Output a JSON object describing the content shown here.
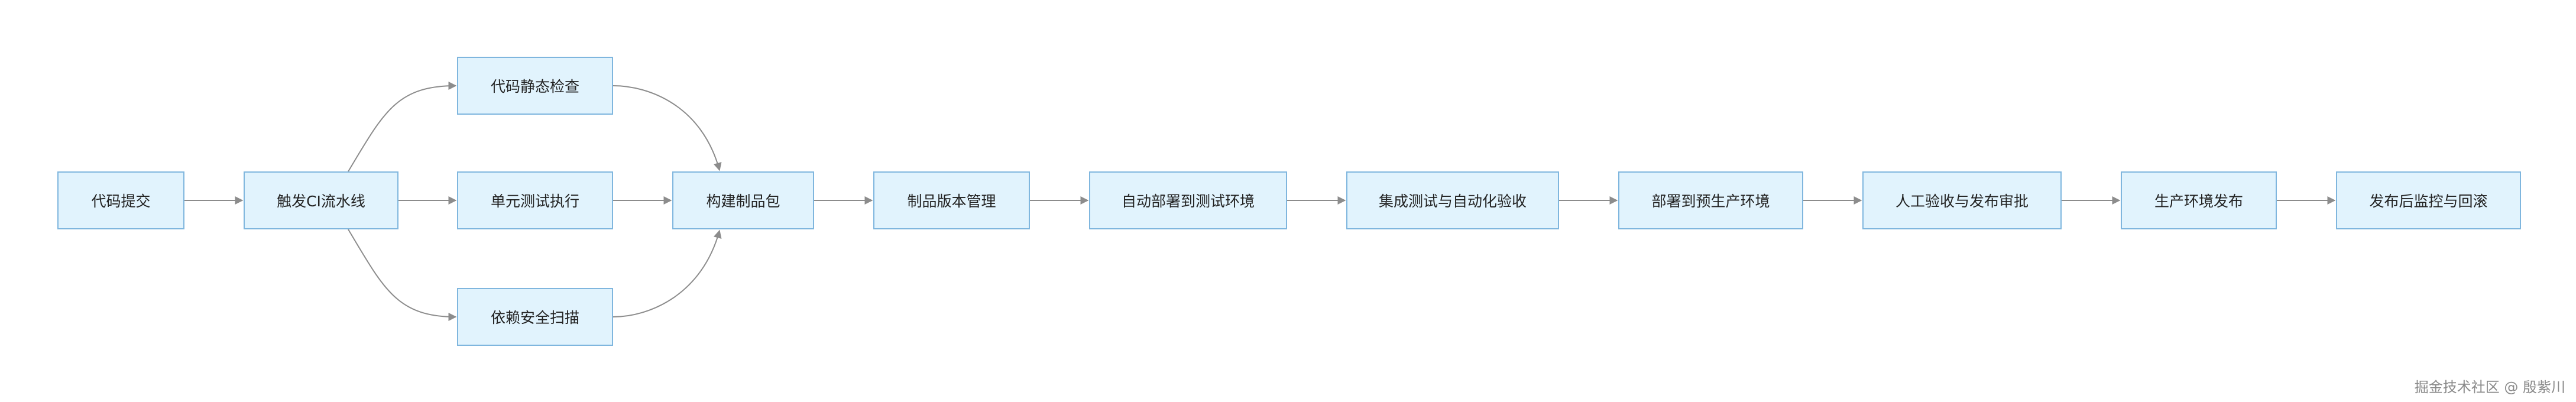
{
  "nodes": {
    "commit": "代码提交",
    "ci": "触发CI流水线",
    "static": "代码静态检查",
    "unit": "单元测试执行",
    "scan": "依赖安全扫描",
    "build": "构建制品包",
    "artifact": "制品版本管理",
    "deploy_test": "自动部署到测试环境",
    "integration": "集成测试与自动化验收",
    "deploy_staging": "部署到预生产环境",
    "approval": "人工验收与发布审批",
    "release": "生产环境发布",
    "monitor": "发布后监控与回滚"
  },
  "edges": [
    [
      "commit",
      "ci"
    ],
    [
      "ci",
      "static"
    ],
    [
      "ci",
      "unit"
    ],
    [
      "ci",
      "scan"
    ],
    [
      "static",
      "build"
    ],
    [
      "unit",
      "build"
    ],
    [
      "scan",
      "build"
    ],
    [
      "build",
      "artifact"
    ],
    [
      "artifact",
      "deploy_test"
    ],
    [
      "deploy_test",
      "integration"
    ],
    [
      "integration",
      "deploy_staging"
    ],
    [
      "deploy_staging",
      "approval"
    ],
    [
      "approval",
      "release"
    ],
    [
      "release",
      "monitor"
    ]
  ],
  "colors": {
    "node_fill": "#e1f3fd",
    "node_border": "#7fb6de",
    "edge": "#8c8c8c"
  },
  "watermark": "掘金技术社区 @ 殷紫川"
}
